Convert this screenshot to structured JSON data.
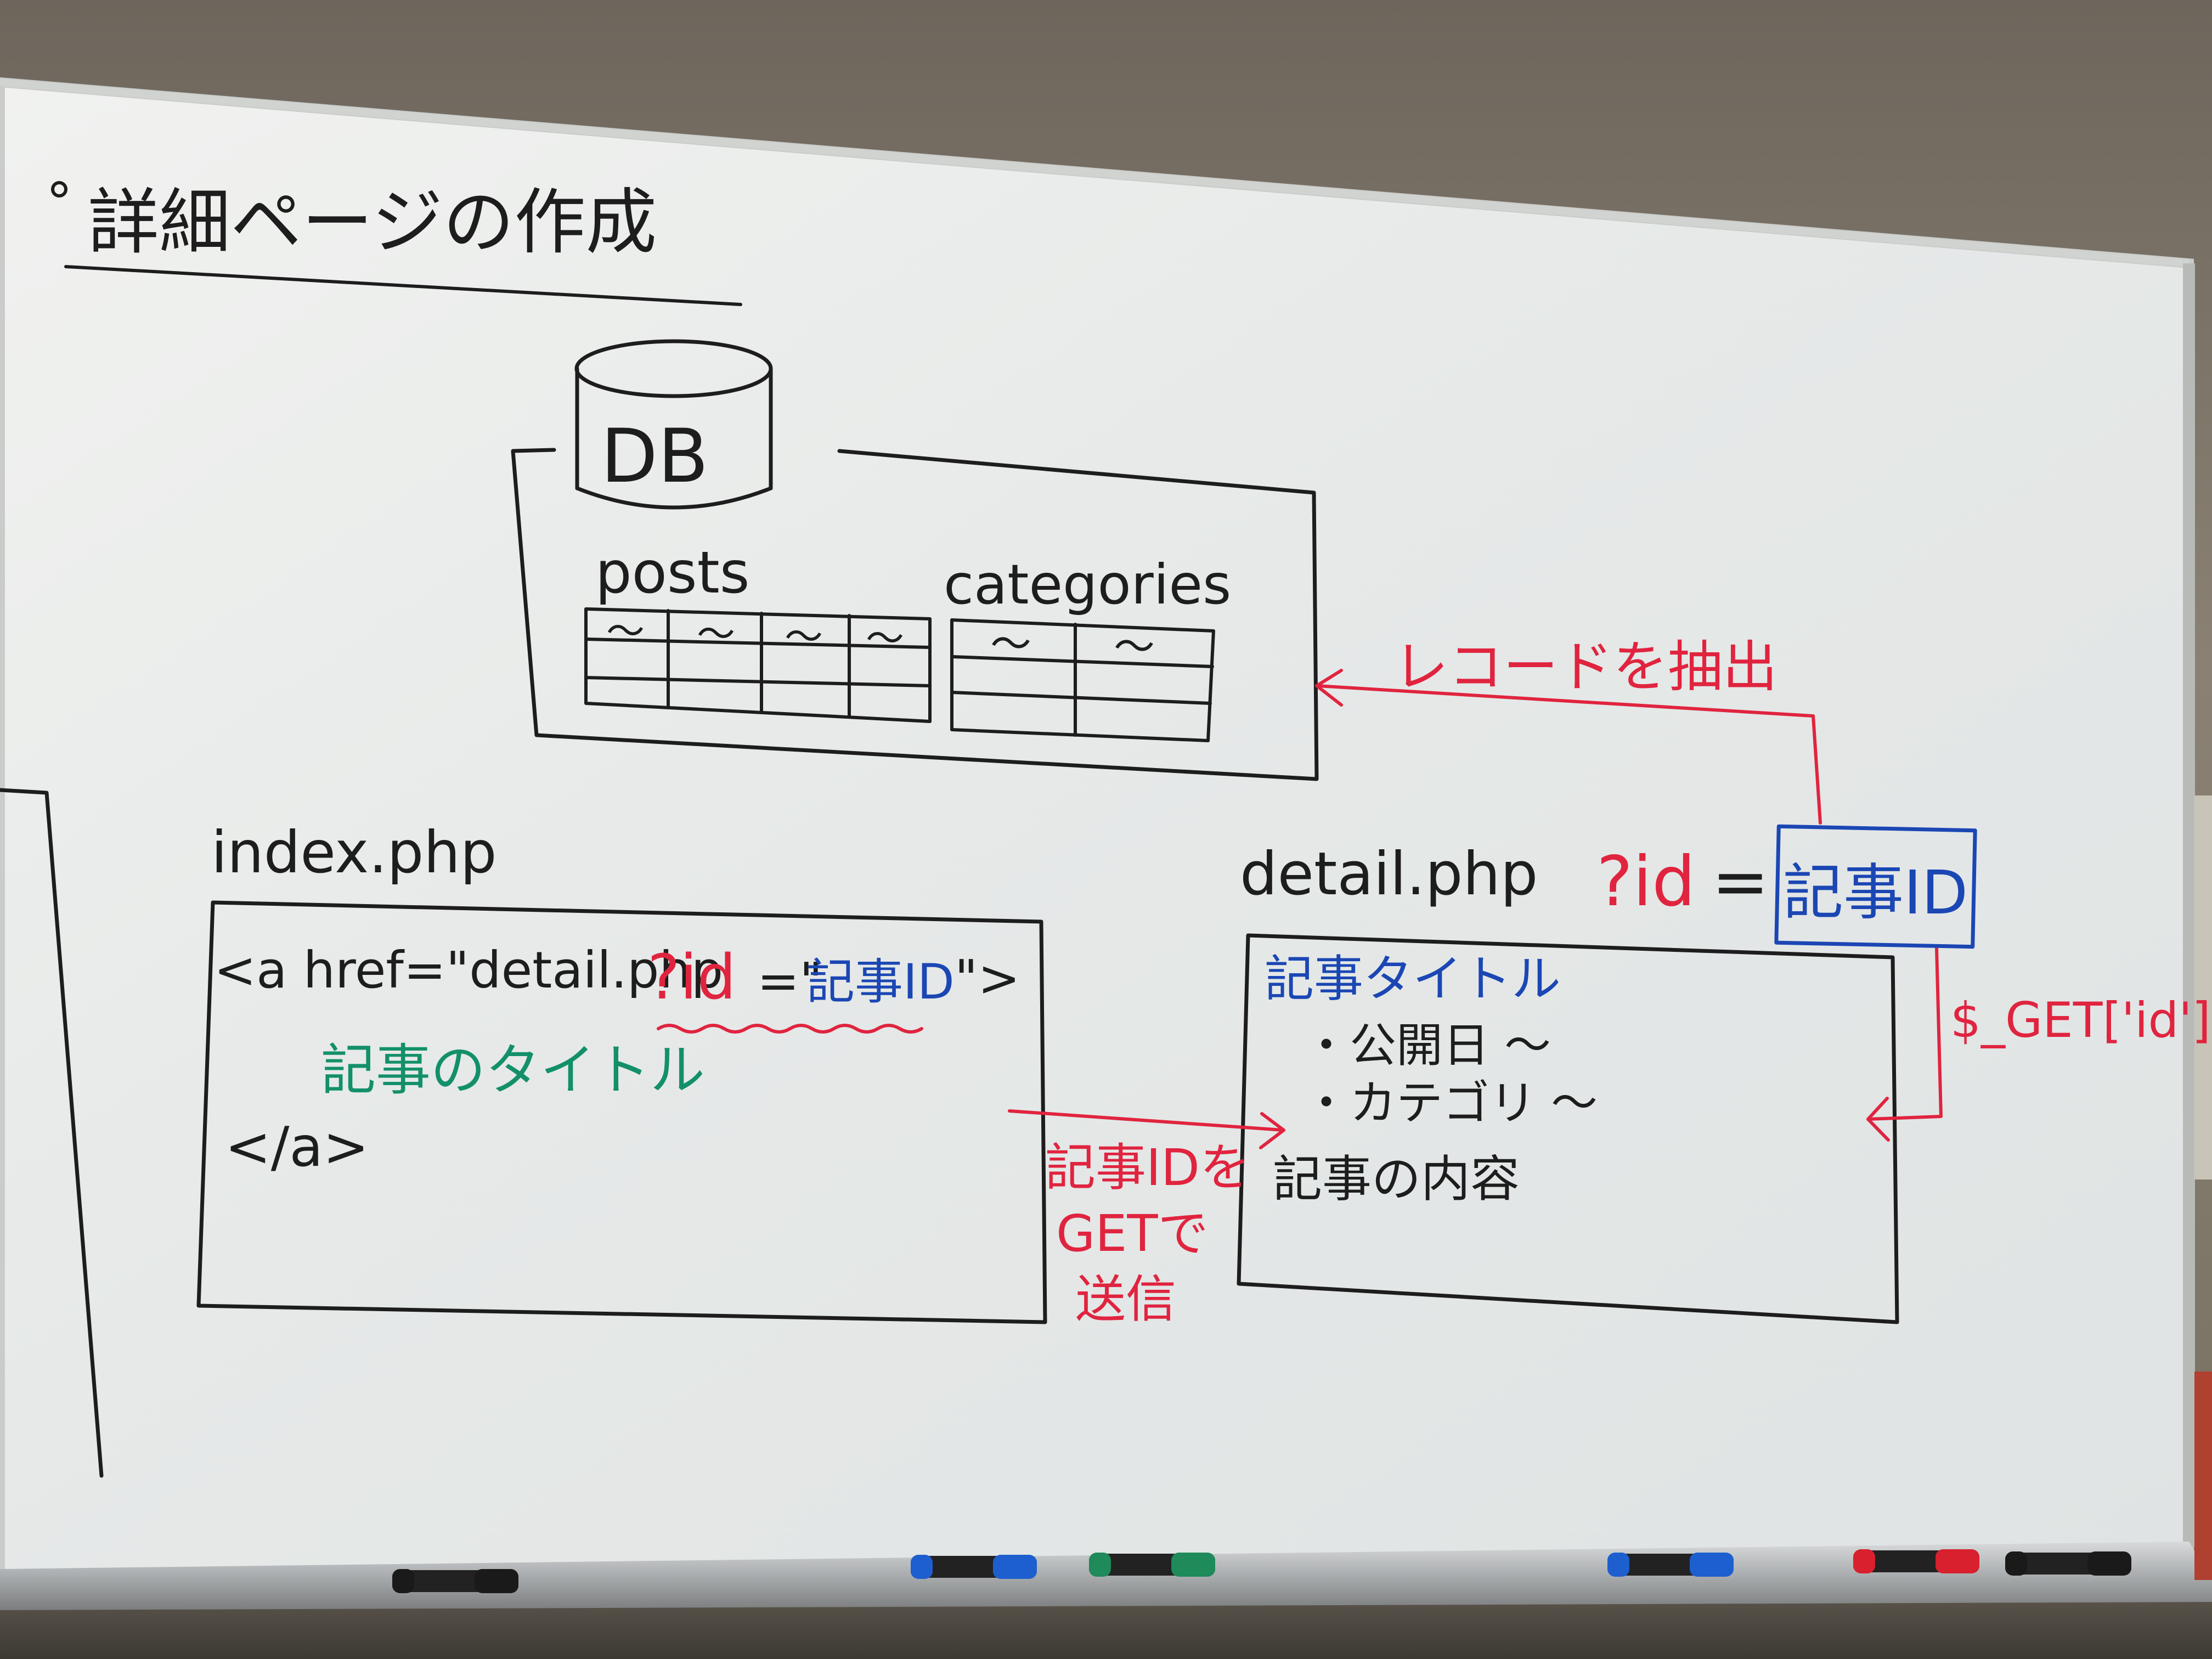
{
  "title": "詳細ページの作成",
  "db": {
    "label": "DB",
    "tables": [
      {
        "name": "posts",
        "cell_marks": [
          "〜",
          "〜",
          "〜",
          "〜"
        ]
      },
      {
        "name": "categories",
        "cell_marks": [
          "〜",
          "〜"
        ]
      }
    ]
  },
  "index": {
    "filename": "index.php",
    "code_line1_part1": "<a href=\"detail.php",
    "code_line1_query": "?id",
    "code_line1_eq": "=\"",
    "code_line1_id": "記事ID",
    "code_line1_end": "\">",
    "code_line2": "記事のタイトル",
    "code_line3": "</a>"
  },
  "detail": {
    "filename": "detail.php",
    "title_line": "記事タイトル",
    "items": [
      "・公開日 〜",
      "・カテゴリ 〜"
    ],
    "content_line": "記事の内容"
  },
  "annotations": {
    "extract_records": "レコードを抽出",
    "query_param": "?id",
    "query_eq": "=",
    "query_value": "記事ID",
    "get_param": "$_GET['id']",
    "send_line1": "記事IDを",
    "send_line2": "GETで",
    "send_line3": "送信"
  },
  "markers": [
    {
      "color_name": "black",
      "color": "#1a1a1a"
    },
    {
      "color_name": "blue",
      "color": "#1e5fd0"
    },
    {
      "color_name": "green",
      "color": "#1f8a5a"
    },
    {
      "color_name": "blue",
      "color": "#1e5fd0"
    },
    {
      "color_name": "red",
      "color": "#d8202e"
    },
    {
      "color_name": "black",
      "color": "#1a1a1a"
    }
  ],
  "colors": {
    "ink_black": "#1d1d1d",
    "ink_red": "#e0243f",
    "ink_blue": "#1b47b4",
    "ink_green": "#13906a",
    "board": "#e9eceb"
  }
}
